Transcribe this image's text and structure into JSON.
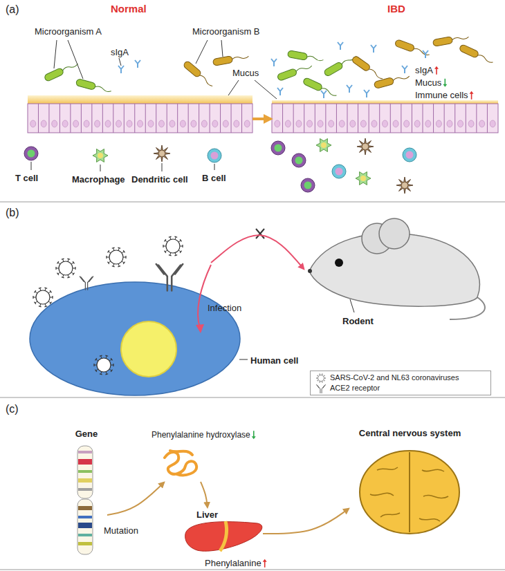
{
  "diagram": {
    "nodes": [
      {
        "text": [
          "Normal"
        ]
      },
      {
        "text": [
          "IBD"
        ]
      },
      {
        "text": [
          "Human cell"
        ]
      },
      {
        "text": [
          "Rodent"
        ]
      },
      {
        "text": [
          "Gene"
        ]
      },
      {
        "text": [
          "Phenylalanine hydroxylase"
        ]
      },
      {
        "text": [
          "Liver"
        ]
      },
      {
        "text": [
          "Central nervous system"
        ]
      }
    ],
    "edges": [
      {
        "from": 0,
        "to": 1,
        "arrow": "to"
      },
      {
        "from": 2,
        "to": 3,
        "arrow": "to"
      },
      {
        "from": 4,
        "to": 5,
        "label": "Mutation",
        "arrow": "to"
      },
      {
        "from": 5,
        "to": 6,
        "arrow": "to"
      },
      {
        "from": 6,
        "to": 7,
        "arrow": "to"
      }
    ],
    "labels": [
      "(a)",
      "Microorganism A",
      "sIgA",
      "Microorganism B",
      "Mucus",
      "T cell",
      "Macrophage",
      "Dendritic cell",
      "B cell",
      "sIgA",
      "Mucus",
      "Immune cells",
      "(b)",
      "Infection",
      "(c)",
      "Phenylalanine"
    ],
    "legend": [
      {
        "text": "SARS-CoV-2 and NL63 coronaviruses"
      },
      {
        "text": "ACE2 receptor"
      }
    ]
  }
}
